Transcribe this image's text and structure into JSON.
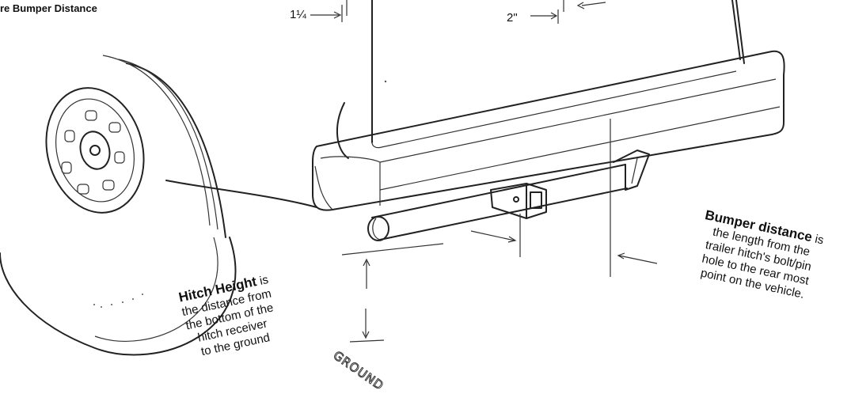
{
  "title": "re Bumper Distance",
  "dims": {
    "left": "1¼",
    "right": "2\""
  },
  "ground_label": "GROUND",
  "hitch_height": {
    "term": "Hitch Height",
    "rest": [
      " is",
      "the distance from",
      "the bottom of the",
      "hitch receiver",
      "to the ground"
    ]
  },
  "bumper_distance": {
    "term": "Bumper distance",
    "rest": [
      " is",
      "the length from the",
      "trailer hitch's bolt/pin",
      "hole to the rear most",
      "point on the vehicle."
    ]
  }
}
